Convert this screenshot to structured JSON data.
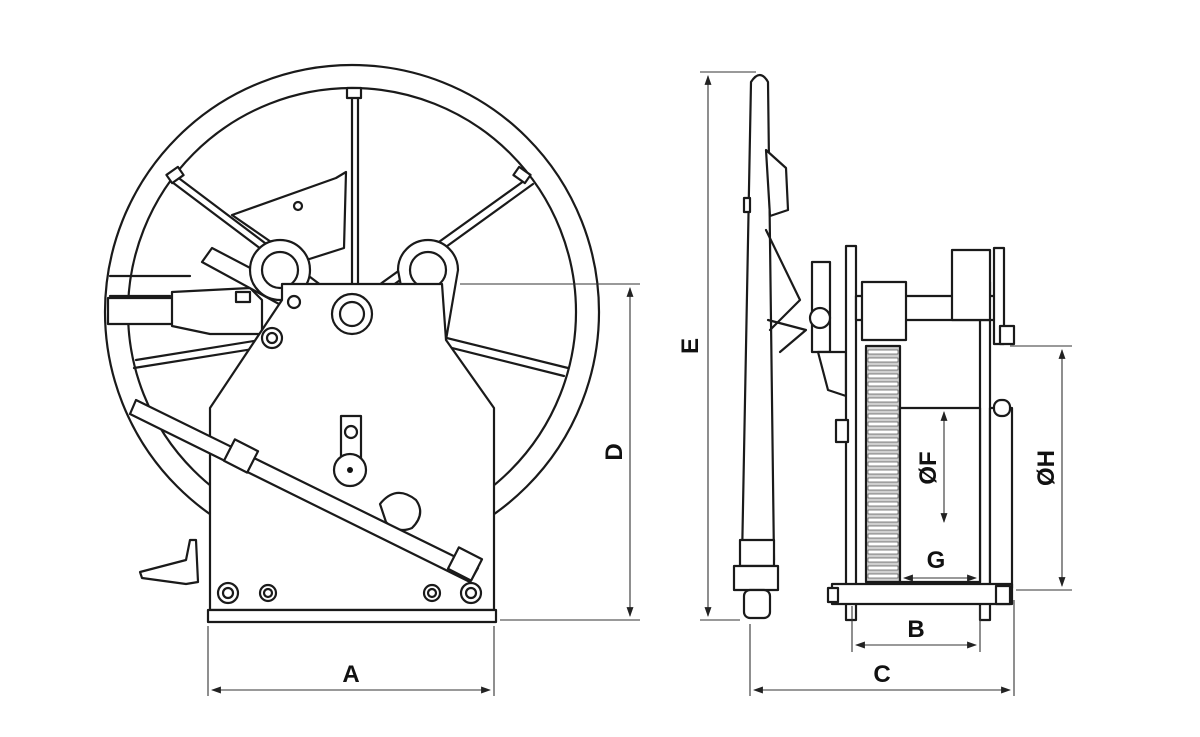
{
  "diagram": {
    "labels": {
      "A": "A",
      "B": "B",
      "C": "C",
      "D": "D",
      "E": "E",
      "F": "ØF",
      "G": "G",
      "H": "ØH"
    }
  },
  "colors": {
    "line": "#1a1a1a",
    "background": "#ffffff",
    "shade": "#cfcfcf"
  }
}
